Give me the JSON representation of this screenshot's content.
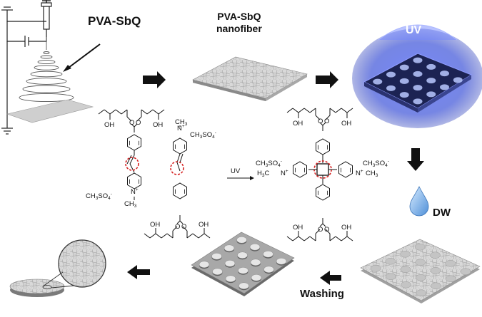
{
  "labels": {
    "pva_sbq": "PVA-SbQ",
    "nanofiber_line1": "PVA-SbQ",
    "nanofiber_line2": "nanofiber",
    "uv": "UV",
    "uv_arrow": "UV",
    "dw": "DW",
    "washing": "Washing"
  },
  "chem": {
    "oh": "OH",
    "o": "O",
    "ch3": "CH",
    "ch3_sub": "3",
    "counterion": "CH",
    "counterion_tail": "SO",
    "counterion_sub3": "3",
    "counterion_sub4": "4",
    "counterion_charge": "-",
    "n_plus": "N",
    "plus": "+",
    "methyl_n_prefix": "H",
    "methyl_n_c": "C"
  },
  "colors": {
    "uv_glow": "#4a5de0",
    "uv_text": "#ffffff",
    "dashed_circle": "#d62020",
    "drop": "#6fa8e0",
    "arrow": "#111111"
  }
}
